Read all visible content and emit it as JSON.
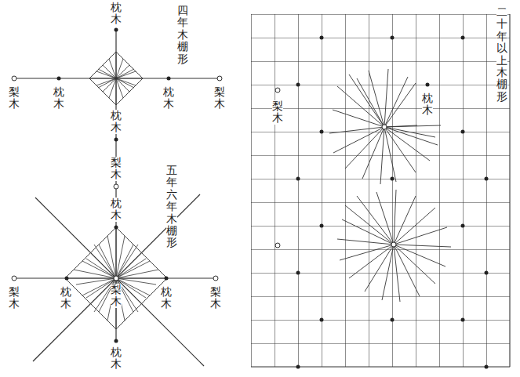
{
  "diagram": {
    "labels": [
      "四年木棚形",
      "枕木",
      "梨木",
      "枕木",
      "枕木",
      "梨木",
      "枕木",
      "梨木",
      "枕木",
      "五年六年木棚形",
      "梨木",
      "枕木",
      "梨木",
      "枕木",
      "梨木",
      "枕木",
      "二十年以上木棚形",
      "梨木",
      "枕木"
    ]
  }
}
